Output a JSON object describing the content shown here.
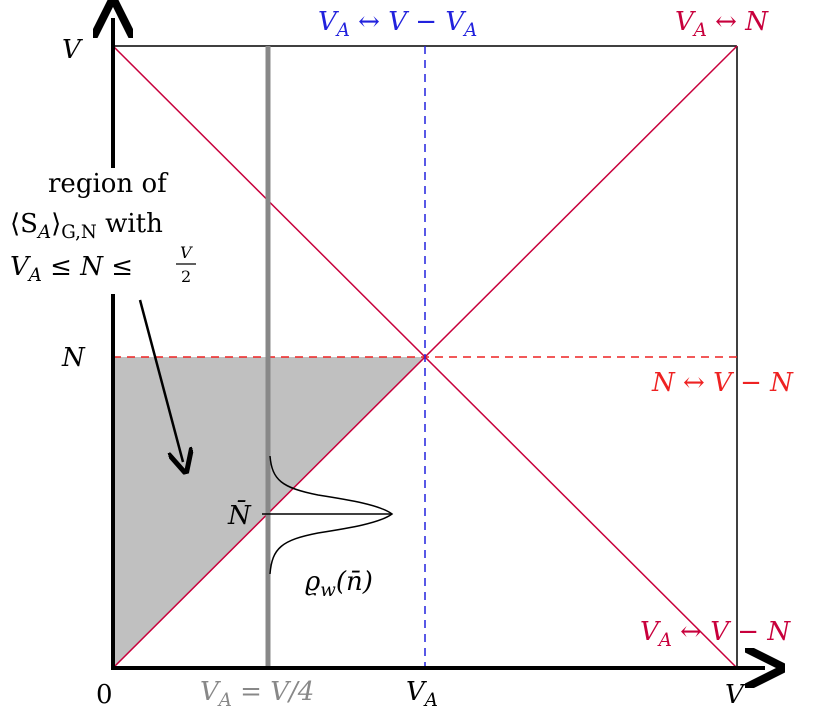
{
  "axes": {
    "origin": "0",
    "x_axis_end": "V",
    "x_va": "V",
    "x_va_sub": "A",
    "y_axis_end": "V",
    "y_n": "N",
    "nbar": "N̄"
  },
  "gray_line": {
    "label_lhs": "V",
    "label_sub": "A",
    "label_rhs": " = V/4"
  },
  "symmetry_labels": {
    "top_blue_a": "V",
    "top_blue_sub": "A",
    "top_blue_b": " ↔ V − V",
    "top_blue_sub2": "A",
    "top_right_a": "V",
    "top_right_sub": "A",
    "top_right_b": " ↔ N",
    "mid_right": "N ↔ V − N",
    "bottom_right_a": "V",
    "bottom_right_sub": "A",
    "bottom_right_b": " ↔ V − N"
  },
  "region_note": {
    "line1": "region of",
    "line2_a": "⟨S",
    "line2_sub": "A",
    "line2_b": "⟩",
    "line2_sub2": "G,N",
    "line2_c": " with",
    "line3_a": "V",
    "line3_sub": "A",
    "line3_b": " ≤ N ≤ ",
    "line3_frac_num": "V",
    "line3_frac_den": "2"
  },
  "distribution": {
    "label_a": "ϱ",
    "label_sub": "w",
    "label_b": "(n̄)"
  },
  "colors": {
    "crimson": "#c8003c",
    "red": "#ee2222",
    "blue": "#2222dd",
    "gray": "#888888",
    "fill": "#c0c0c0"
  }
}
